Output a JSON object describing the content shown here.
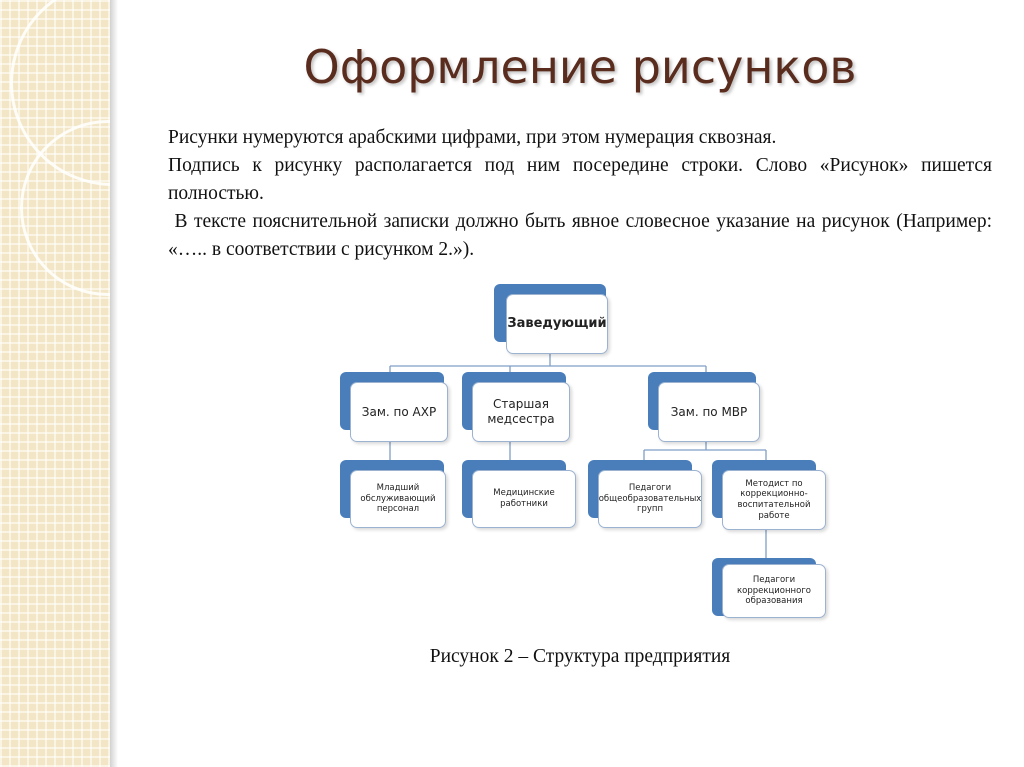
{
  "slide": {
    "title": "Оформление рисунков",
    "paragraphs": [
      "Рисунки нумеруются арабскими цифрами, при этом нумерация сквозная.",
      "Подпись к рисунку располагается под ним посередине строки. Слово «Рисунок» пишется полностью.",
      " В тексте пояснительной записки должно быть явное словесное указание на рисунок (Например: «….. в соответствии с рисунком 2.»)."
    ],
    "caption": "Рисунок 2 – Структура предприятия"
  },
  "diagram": {
    "nodes": {
      "head": "Заведующий",
      "zam_ahr": "Зам. по АХР",
      "senior_nurse": "Старшая медсестра",
      "zam_mvr": "Зам. по МВР",
      "junior_staff": "Младший обслуживающий персонал",
      "medical_staff": "Медицинские работники",
      "teachers_general": "Педагоги общеобразовательных групп",
      "methodist": "Методист по коррекционно-воспитательной работе",
      "teachers_correction": "Педагоги коррекционного образования"
    },
    "colors": {
      "accent": "#4a7ebb",
      "border": "#9bb3d1",
      "line": "#7f9fc6"
    }
  }
}
